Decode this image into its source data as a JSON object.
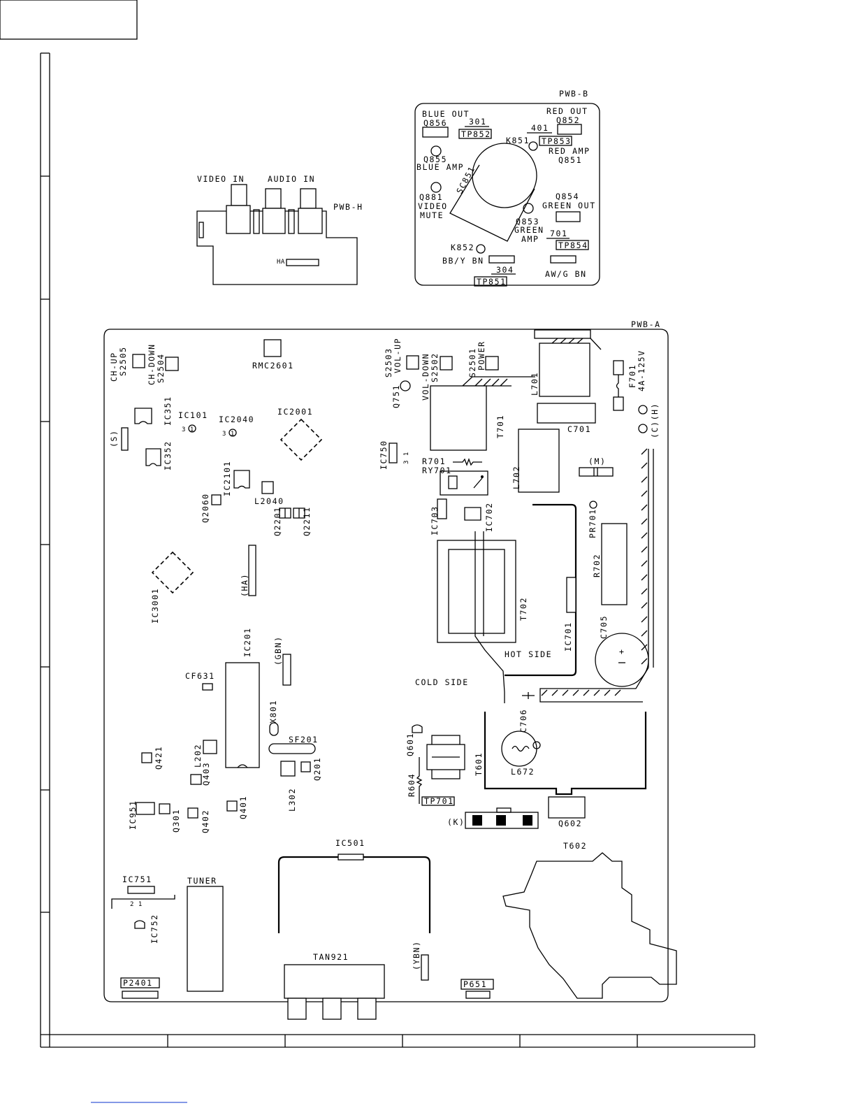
{
  "boards": {
    "pwb_b": "PWB-B",
    "pwb_h": "PWB-H",
    "pwb_a": "PWB-A"
  },
  "pwb_h": {
    "video_in": "VIDEO IN",
    "audio_in": "AUDIO IN",
    "ha": "HA"
  },
  "pwb_b": {
    "blue_out": "BLUE OUT",
    "red_out": "RED OUT",
    "q856": "Q856",
    "n301": "301",
    "tp852": "TP852",
    "n401": "401",
    "q852": "Q852",
    "k851": "K851",
    "tp853": "TP853",
    "red_amp": "RED AMP",
    "q851": "Q851",
    "q855": "Q855",
    "blue_amp": "BLUE AMP",
    "sc851": "SC851",
    "q881": "Q881",
    "video": "VIDEO",
    "mute": "MUTE",
    "q854": "Q854",
    "green_out": "GREEN OUT",
    "q853": "Q853",
    "green": "GREEN",
    "amp": "AMP",
    "n701": "701",
    "tp854": "TP854",
    "k852": "K852",
    "bby_bn": "BB/Y BN",
    "n304": "304",
    "tp851": "TP851",
    "awg_bn": "AW/G BN"
  },
  "pwb_a": {
    "ch_up": "CH-UP",
    "s2505": "S2505",
    "ch_down": "CH-DOWN",
    "s2504": "S2504",
    "rmc2601": "RMC2601",
    "q751": "Q751",
    "s2503": "S2503",
    "vol_up": "VOL-UP",
    "vol_down": "VOL-DOWN",
    "s2502": "S2502",
    "s2501": "S2501",
    "power": "POWER",
    "l701": "L701",
    "f701": "F701",
    "fuse_rating": "4A-125V",
    "ic351": "IC351",
    "ic101": "IC101",
    "ic101_pins": "3  1",
    "ic2040": "IC2040",
    "ic2040_pins": "3  1",
    "ic2001": "IC2001",
    "s_conn": "(S)",
    "c701": "C701",
    "ch_conn": "(C)(H)",
    "t701": "T701",
    "ic352": "IC352",
    "ic750": "IC750",
    "ic750_pins": "3  1",
    "r701": "R701",
    "ry701": "RY701",
    "l702": "L702",
    "m_conn": "(M)",
    "ic2101": "IC2101",
    "q2060": "Q2060",
    "l2040": "L2040",
    "q2201": "Q2201",
    "q2211": "Q2211",
    "ic703": "IC703",
    "ic702": "IC702",
    "pr701": "PR701",
    "r702": "R702",
    "ha_conn": "(HA)",
    "ic3001": "IC3001",
    "t702": "T702",
    "ic701": "IC701",
    "c705": "C705",
    "ic201": "IC201",
    "gbn_conn": "(GBN)",
    "hot_side": "HOT SIDE",
    "cf631": "CF631",
    "cold_side": "COLD SIDE",
    "x801": "X801",
    "c706": "C706",
    "q601": "Q601",
    "sf201": "SF201",
    "l202": "L202",
    "q421": "Q421",
    "q403": "Q403",
    "q201": "Q201",
    "l302": "L302",
    "t601": "T601",
    "l672": "L672",
    "r604": "R604",
    "tp701": "TP701",
    "ic951": "IC951",
    "q301": "Q301",
    "q402": "Q402",
    "q401": "Q401",
    "k_conn": "(K)",
    "q602": "Q602",
    "ic501": "IC501",
    "t602": "T602",
    "ic751": "IC751",
    "ic751_pins": "2  1",
    "tuner": "TUNER",
    "ic752": "IC752",
    "tan921": "TAN921",
    "ybn_conn": "(YBN)",
    "p2401": "P2401",
    "p651": "P651"
  }
}
